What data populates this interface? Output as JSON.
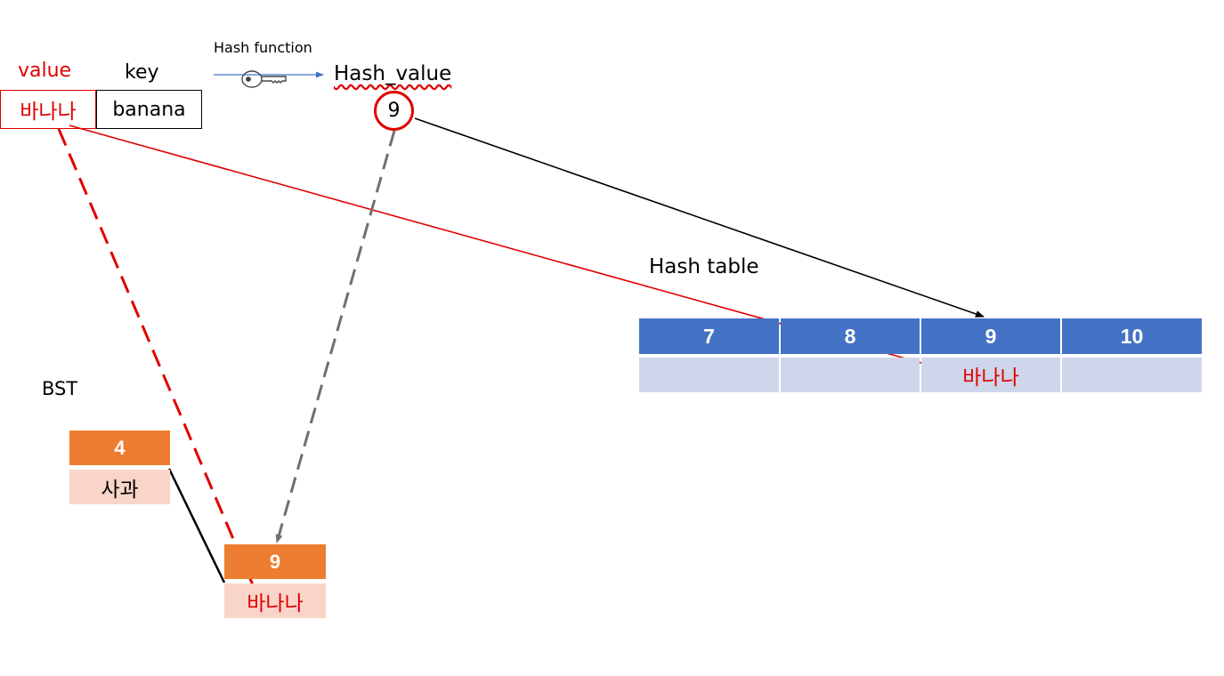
{
  "header": {
    "value_label": "value",
    "key_label": "key",
    "hash_function_label": "Hash function",
    "hash_value_label": "Hash_value"
  },
  "input": {
    "value": "바나나",
    "key": "banana",
    "hash_value": "9"
  },
  "hash_table": {
    "title": "Hash table",
    "headers": [
      "7",
      "8",
      "9",
      "10"
    ],
    "values": [
      "",
      "",
      "바나나",
      ""
    ]
  },
  "bst": {
    "title": "BST",
    "root": {
      "key": "4",
      "value": "사과"
    },
    "child": {
      "key": "9",
      "value": "바나나"
    }
  },
  "colors": {
    "accent_red": "#e00000",
    "table_header": "#4472c4",
    "table_cell": "#cfd5ea",
    "node_key": "#ed7d31",
    "node_value": "#f8d5c8",
    "arrow_gray": "#707070",
    "arrow_blue": "#4472c4"
  }
}
